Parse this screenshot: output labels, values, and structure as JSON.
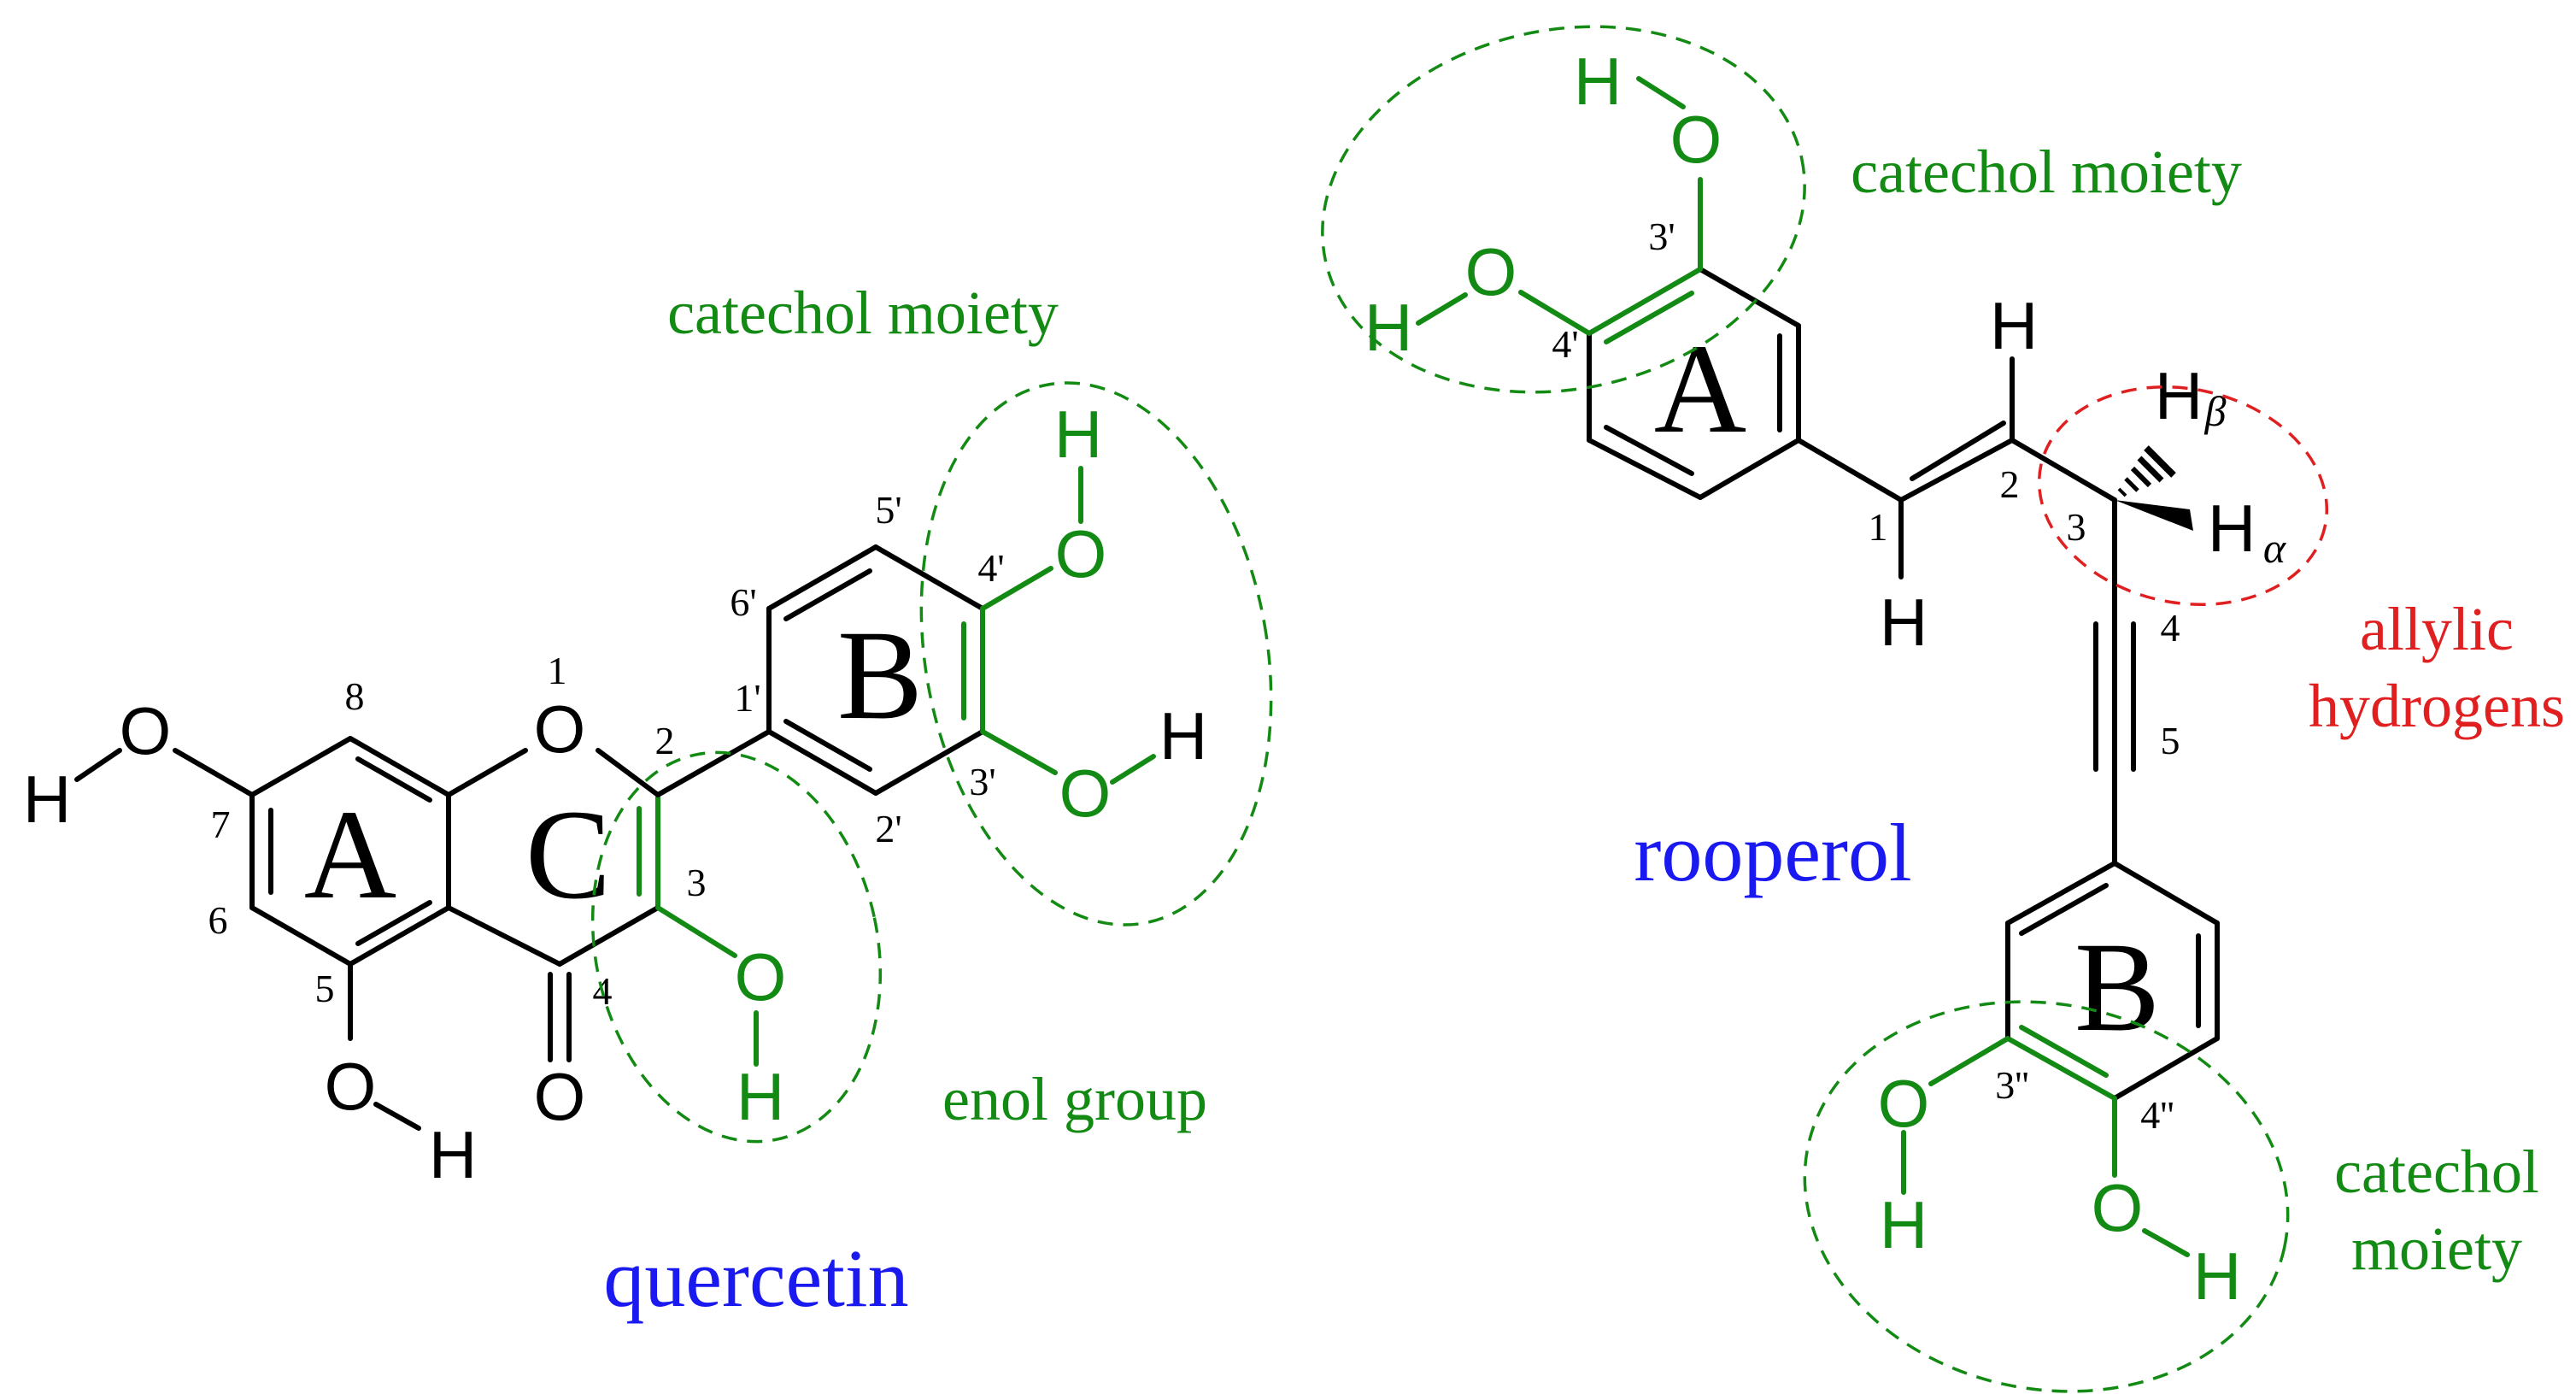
{
  "colors": {
    "bond": "#000000",
    "highlight": "#138a13",
    "name": "#1a1af0",
    "allylic": "#e02020"
  },
  "quercetin": {
    "name": "quercetin",
    "rings": {
      "A": "A",
      "B": "B",
      "C": "C"
    },
    "atoms": {
      "o1": "O",
      "o_carbonyl": "O",
      "o7": "O",
      "h7": "H",
      "o5": "O",
      "h5": "H",
      "o3": "O",
      "h3": "H",
      "o4p": "O",
      "h4p": "H",
      "o3p": "O",
      "h3p": "H"
    },
    "numbers": {
      "n1": "1",
      "n2": "2",
      "n3": "3",
      "n4": "4",
      "n5": "5",
      "n6": "6",
      "n7": "7",
      "n8": "8",
      "n1p": "1'",
      "n2p": "2'",
      "n3p": "3'",
      "n4p": "4'",
      "n5p": "5'",
      "n6p": "6'"
    },
    "labels": {
      "catechol": "catechol moiety",
      "enol": "enol group"
    }
  },
  "rooperol": {
    "name": "rooperol",
    "rings": {
      "A": "A",
      "B": "B"
    },
    "atoms": {
      "o3p": "O",
      "h3p": "H",
      "o4p": "O",
      "h4p": "H",
      "h_c2": "H",
      "h_c1": "H",
      "h_beta": "H",
      "h_alpha": "H",
      "o3pp": "O",
      "h3pp": "H",
      "o4pp": "O",
      "h4pp": "H"
    },
    "subscripts": {
      "beta": "β",
      "alpha": "α"
    },
    "numbers": {
      "n1": "1",
      "n2": "2",
      "n3": "3",
      "n4": "4",
      "n5": "5",
      "n3p": "3'",
      "n4p": "4'",
      "n3pp": "3''",
      "n4pp": "4''"
    },
    "labels": {
      "catechol_top": "catechol moiety",
      "allylic_line1": "allylic",
      "allylic_line2": "hydrogens",
      "catechol_bottom_line1": "catechol",
      "catechol_bottom_line2": "moiety"
    }
  }
}
